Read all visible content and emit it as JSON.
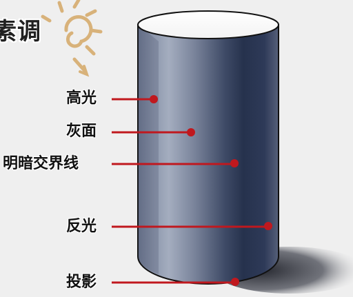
{
  "title": "素调",
  "labels": {
    "highlight": "高光",
    "gray": "灰面",
    "terminator": "明暗交界线",
    "reflected": "反光",
    "shadow": "投影"
  },
  "colors": {
    "background": "#efefef",
    "cylinder_dark": "#22304a",
    "cylinder_light": "#9aa3b6",
    "pointer": "#c0181e",
    "sun_icon": "#d8b27a"
  }
}
